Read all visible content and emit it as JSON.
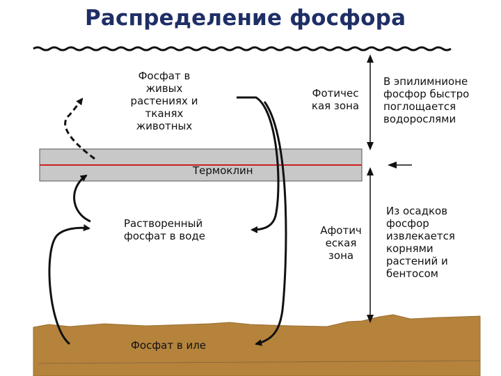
{
  "title": "Распределение фосфора",
  "labels": {
    "living": "Фосфат в\nживых\nрастениях и\nтканях\nживотных",
    "photic": "Фотичес\nкая зона",
    "epilimnion": "В эпилимнионе\nфосфор быстро\nпоглощается\nводорослями",
    "thermocline": "Термоклин",
    "dissolved": "Растворенный\nфосфат в воде",
    "aphotic": "Афотич\nеская\nзона",
    "sediment_uptake": "Из осадков\nфосфор\nизвлекается\nкорнями\nрастений и\nбентосом",
    "silt": "Фосфат в иле"
  },
  "colors": {
    "title": "#1f2f66",
    "thermocline_band": "#c8c8c8",
    "thermocline_line": "#cc1f1f",
    "sediment": "#b5833c"
  }
}
